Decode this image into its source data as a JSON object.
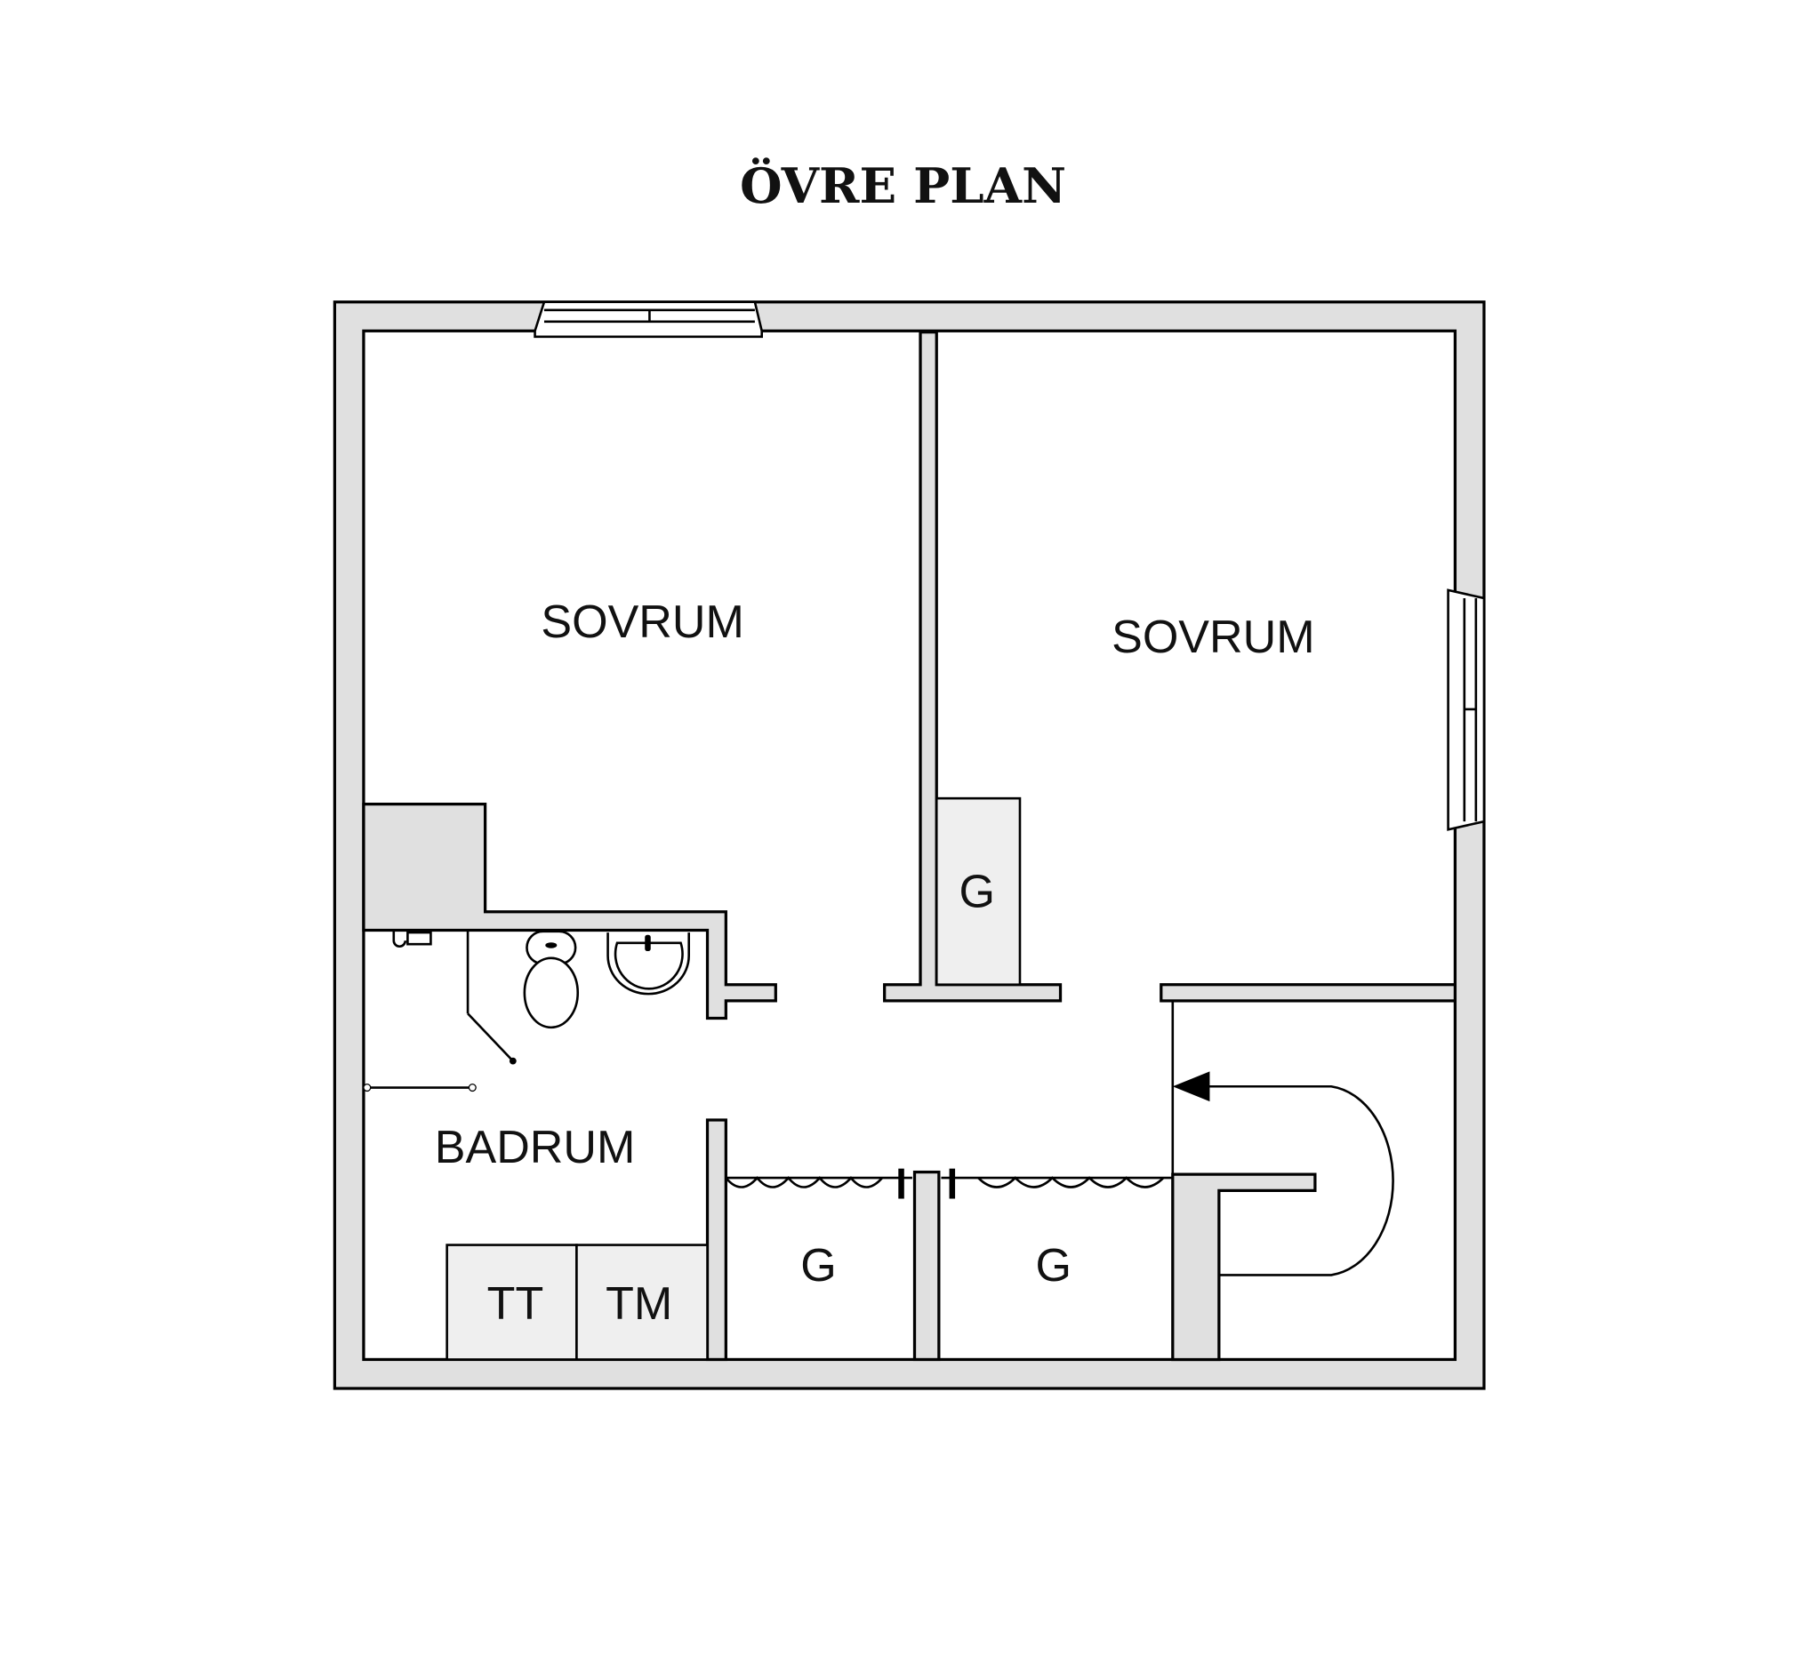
{
  "title": "ÖVRE PLAN",
  "rooms": {
    "bedroom_left": "SOVRUM",
    "bedroom_right": "SOVRUM",
    "bathroom": "BADRUM",
    "closet_bedroom": "G",
    "closet_hall_left": "G",
    "closet_hall_right": "G",
    "dryer": "TT",
    "washer": "TM"
  },
  "colors": {
    "wall": "#e0e0e0",
    "closet": "#efefef",
    "line": "#000000"
  }
}
